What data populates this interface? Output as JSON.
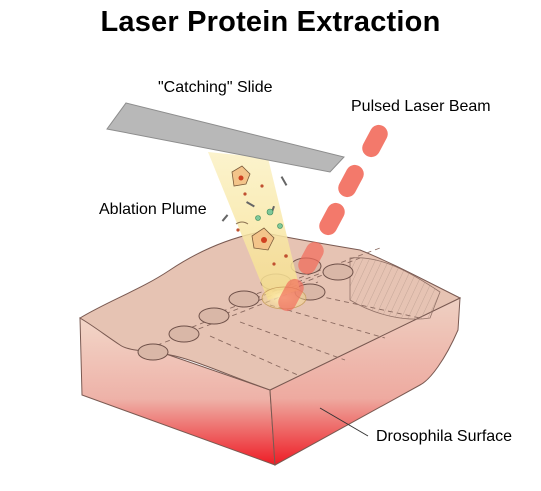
{
  "title": "Laser Protein Extraction",
  "labels": {
    "catching_slide": "\"Catching\" Slide",
    "laser_beam": "Pulsed Laser Beam",
    "ablation_plume": "Ablation Plume",
    "surface": "Drosophila Surface"
  },
  "colors": {
    "slide": "#b8b8b8",
    "plume": "#f7e7a3",
    "laser": "#f26b5b",
    "tissue_top": "#e6c3b3",
    "tissue_side_bottom": "#ef1c24",
    "wells": "#d9b7a7"
  }
}
